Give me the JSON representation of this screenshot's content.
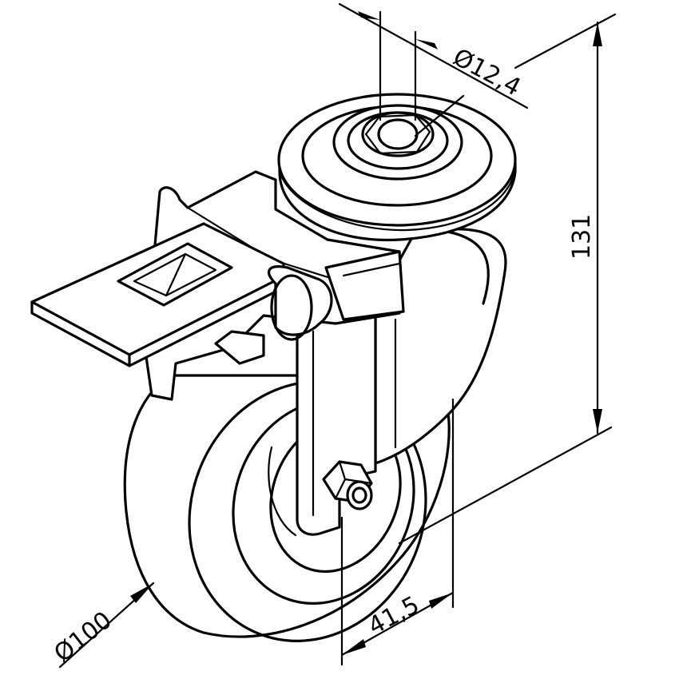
{
  "dimensions": {
    "bore_diameter": "Ø12,4",
    "height": "131",
    "offset": "41,5",
    "wheel_diameter": "Ø100"
  }
}
